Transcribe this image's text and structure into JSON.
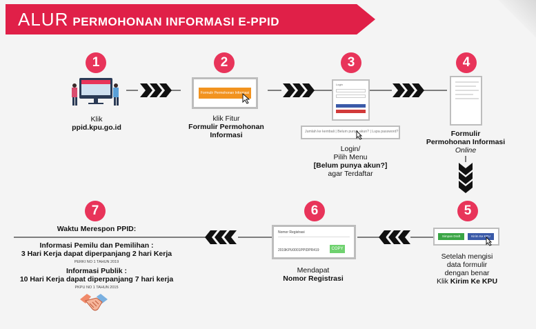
{
  "header": {
    "title_light": "ALUR",
    "title_bold": "PERMOHONAN INFORMASI E-PPID"
  },
  "steps": [
    {
      "number": "1",
      "line1": "Klik",
      "line2": "ppid.kpu.go.id"
    },
    {
      "number": "2",
      "line1": "klik Fitur",
      "line2": "Formulir Permohonan",
      "line3": "Informasi",
      "button_text": "Formulir Permohonan Informasi"
    },
    {
      "number": "3",
      "line1": "Login/",
      "line2": "Pilih Menu",
      "line3": "[Belum punya akun?]",
      "line4": "agar Terdaftar",
      "hint_text": "Jumlah ke kembali | Belum punya akun? | Lupa password?",
      "login_label": "Login"
    },
    {
      "number": "4",
      "line1": "Formulir",
      "line2": "Permohonan Informasi",
      "line3": "Online"
    },
    {
      "number": "5",
      "line1": "Setelah mengisi",
      "line2": "data formulir",
      "line3": "dengan benar",
      "line4_prefix": "Klik ",
      "line4_bold": "Kirim Ke KPU",
      "btn_draft": "Simpan Draft",
      "btn_send": "Kirim Ke KPU"
    },
    {
      "number": "6",
      "line1": "Mendapat",
      "line2": "Nomor Registrasi",
      "reg_label": "Nomor Registrasi",
      "reg_value": "2019KPU0001PPIDPR419",
      "copy_label": "COPY"
    },
    {
      "number": "7",
      "title": "Waktu Merespon PPID:",
      "block1_title": "Informasi Pemilu dan Pemilihan :",
      "block1_text": "3 Hari Kerja dapat diperpanjang 2 hari Kerja",
      "block1_ref": "PERKI NO 1 TAHUN 2019",
      "block2_title": "Informasi Publik :",
      "block2_text": "10 Hari Kerja dapat diperpanjang 7 hari kerja",
      "block2_ref": "PKPU NO 1 TAHUN 2015"
    }
  ],
  "colors": {
    "accent": "#e02048",
    "circle": "#e8345a",
    "orange": "#f2931f"
  }
}
